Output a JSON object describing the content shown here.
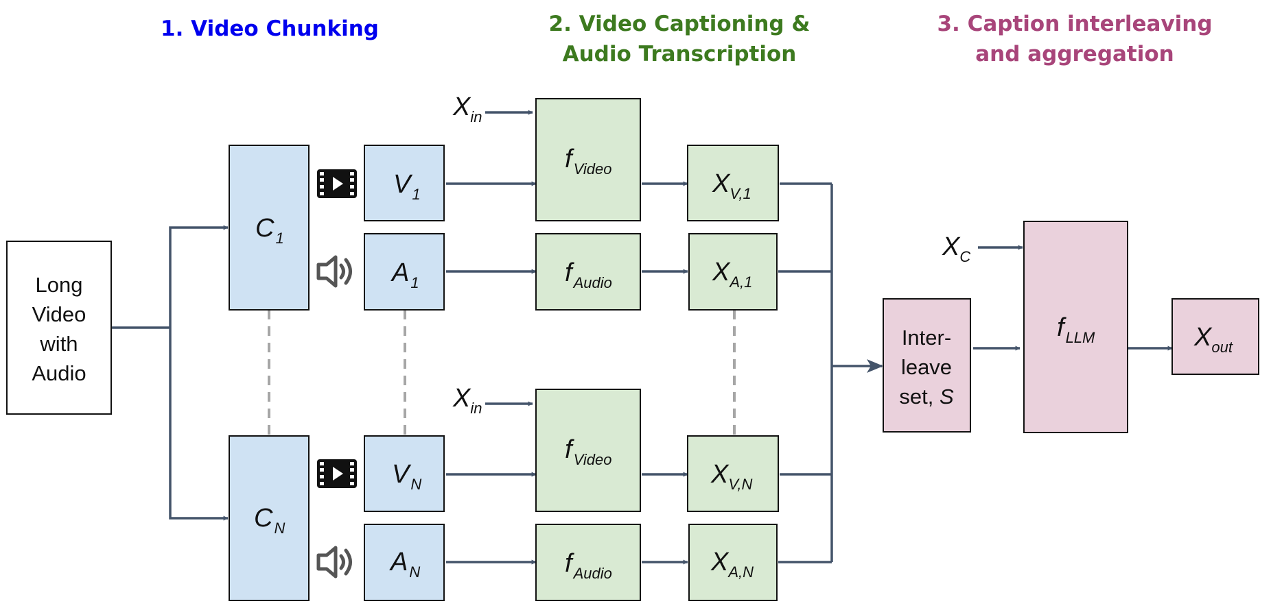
{
  "headings": {
    "stage1": "1. Video Chunking",
    "stage2_line1": "2. Video Captioning &",
    "stage2_line2": "Audio Transcription",
    "stage3_line1": "3. Caption interleaving",
    "stage3_line2": "and aggregation"
  },
  "colors": {
    "stage1": "#0000ee",
    "stage2": "#3d7a1f",
    "stage3": "#a8457a",
    "blue_fill": "#cfe2f3",
    "green_fill": "#d9ead3",
    "pink_fill": "#ead1dc",
    "edge": "#44546a",
    "dash": "#a6a6a6"
  },
  "input_box": {
    "lines": [
      "Long",
      "Video",
      "with",
      "Audio"
    ]
  },
  "chunks": [
    {
      "chunk_main": "C",
      "chunk_sub": "1",
      "video_main": "V",
      "video_sub": "1",
      "audio_main": "A",
      "audio_sub": "1",
      "fvideo_main": "f",
      "fvideo_sub": "Video",
      "faudio_main": "f",
      "faudio_sub": "Audio",
      "xv_main": "X",
      "xv_sub": "V,1",
      "xa_main": "X",
      "xa_sub": "A,1",
      "xin_main": "X",
      "xin_sub": "in"
    },
    {
      "chunk_main": "C",
      "chunk_sub": "N",
      "video_main": "V",
      "video_sub": "N",
      "audio_main": "A",
      "audio_sub": "N",
      "fvideo_main": "f",
      "fvideo_sub": "Video",
      "faudio_main": "f",
      "faudio_sub": "Audio",
      "xv_main": "X",
      "xv_sub": "V,N",
      "xa_main": "X",
      "xa_sub": "A,N",
      "xin_main": "X",
      "xin_sub": "in"
    }
  ],
  "interleave": {
    "line1": "Inter-",
    "line2": "leave",
    "line3_prefix": "set, ",
    "line3_var": "S"
  },
  "llm": {
    "main": "f",
    "sub": "LLM"
  },
  "xc": {
    "main": "X",
    "sub": "C"
  },
  "output": {
    "main": "X",
    "sub": "out"
  },
  "icons": {
    "video": "film-icon",
    "audio": "speaker-icon"
  }
}
